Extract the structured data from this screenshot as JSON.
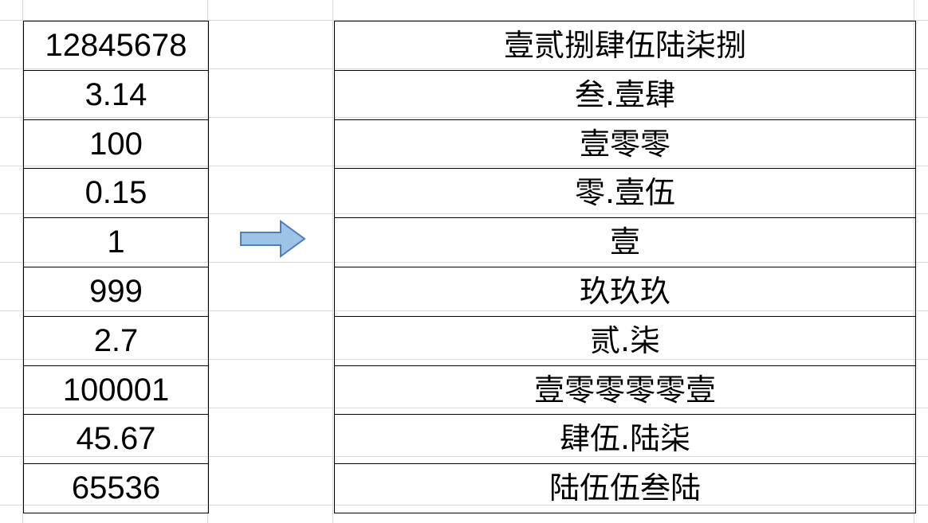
{
  "app": {
    "type": "spreadsheet",
    "background_color": "#ffffff",
    "gridline_color": "#d9d9d9",
    "cell_border_color": "#000000",
    "text_color": "#000000"
  },
  "arrow": {
    "icon_name": "right-block-arrow-icon",
    "fill_color": "#9DC3E6",
    "stroke_color": "#4E80B8",
    "direction": "right"
  },
  "table": {
    "columns": [
      {
        "key": "source",
        "label": ""
      },
      {
        "key": "spacer",
        "label": ""
      },
      {
        "key": "result",
        "label": ""
      }
    ],
    "rows": [
      {
        "source": "12845678",
        "result": "壹贰捌肆伍陆柒捌"
      },
      {
        "source": "3.14",
        "result": "叁.壹肆"
      },
      {
        "source": "100",
        "result": "壹零零"
      },
      {
        "source": "0.15",
        "result": "零.壹伍"
      },
      {
        "source": "1",
        "result": "壹"
      },
      {
        "source": "999",
        "result": "玖玖玖"
      },
      {
        "source": "2.7",
        "result": "贰.柒"
      },
      {
        "source": "100001",
        "result": "壹零零零零壹"
      },
      {
        "source": "45.67",
        "result": "肆伍.陆柒"
      },
      {
        "source": "65536",
        "result": "陆伍伍叁陆"
      }
    ]
  }
}
